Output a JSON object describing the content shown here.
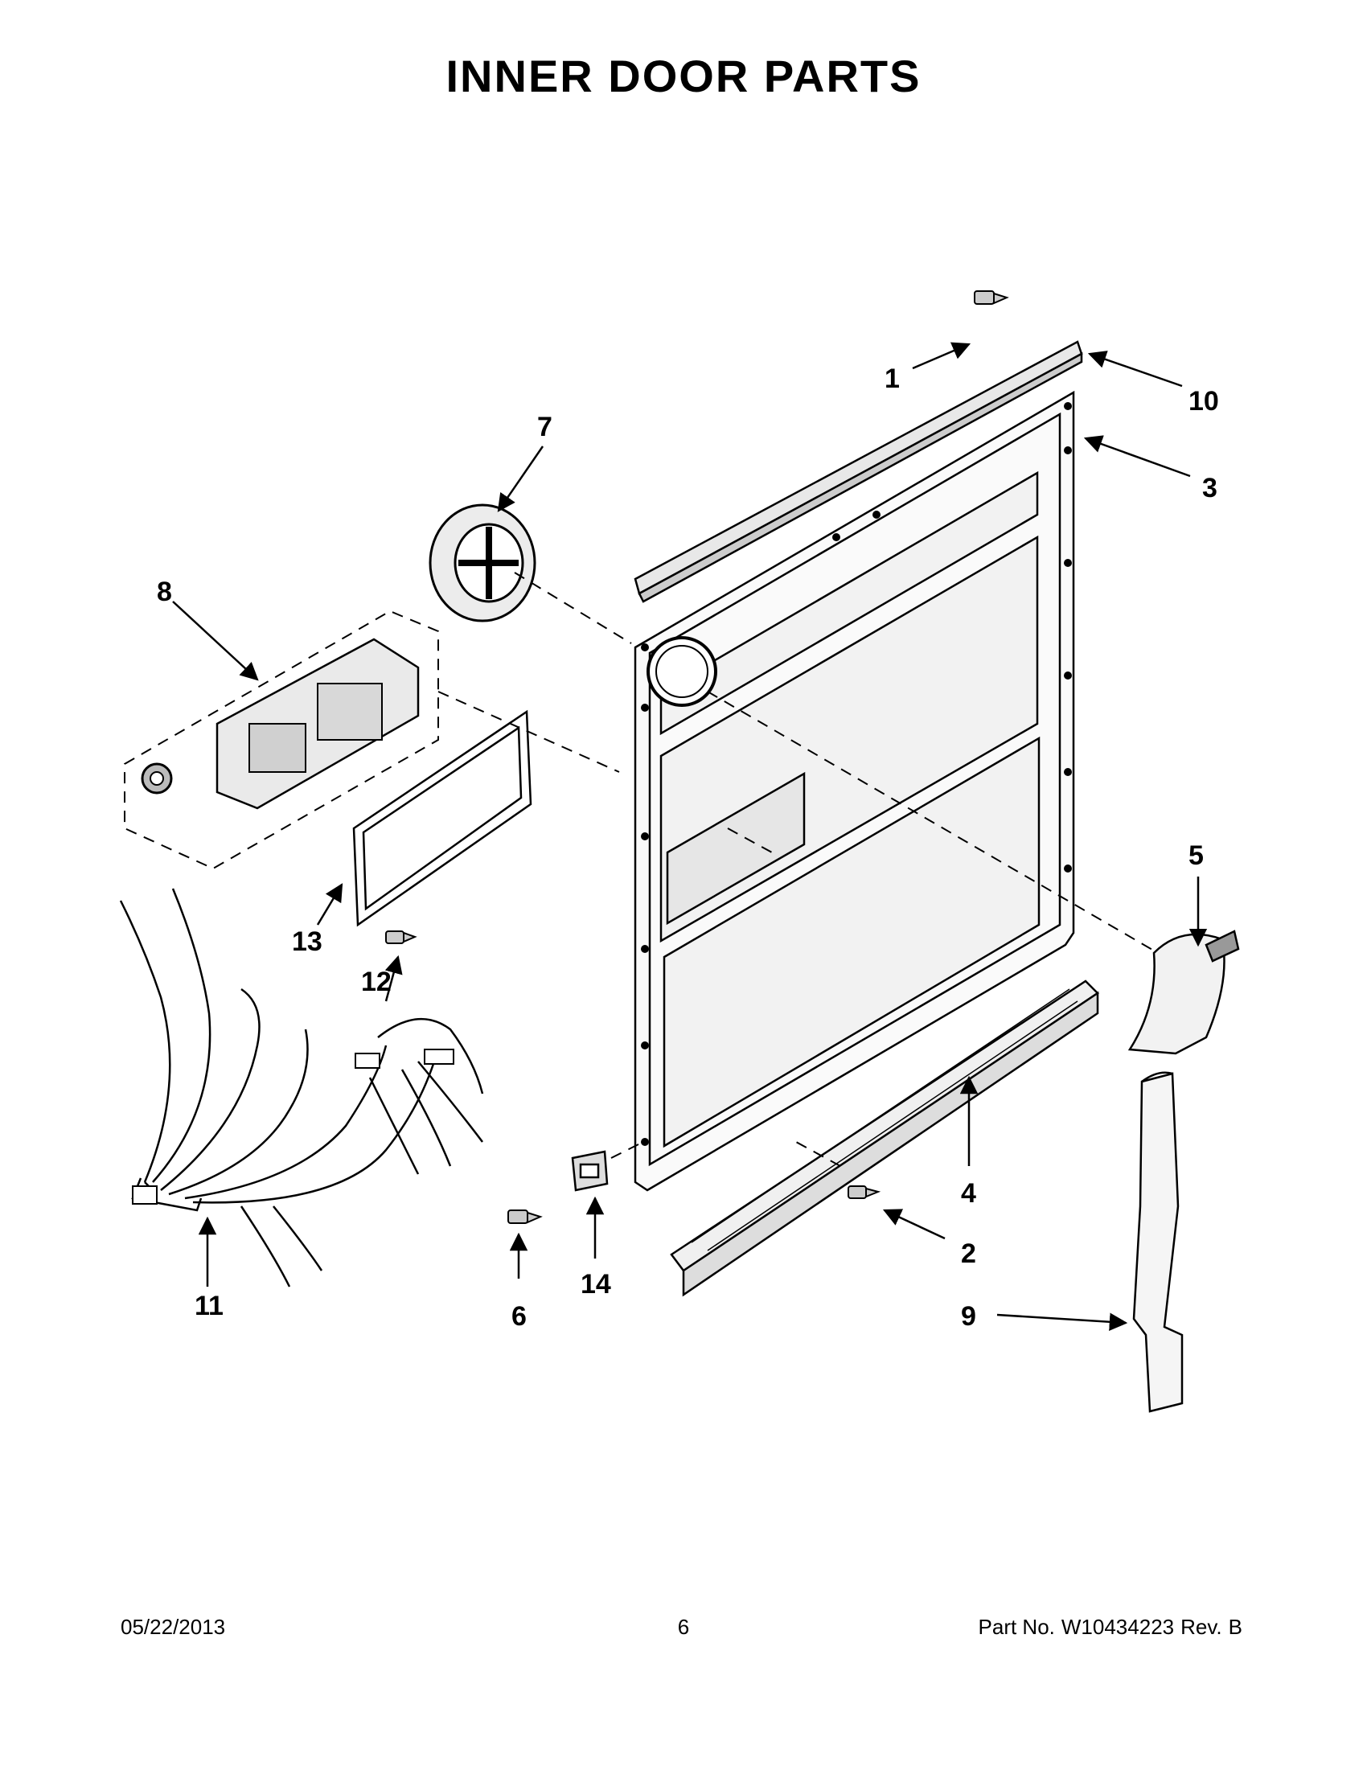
{
  "title": "INNER DOOR PARTS",
  "callouts": [
    "1",
    "2",
    "3",
    "4",
    "5",
    "6",
    "7",
    "8",
    "9",
    "10",
    "11",
    "12",
    "13",
    "14"
  ],
  "footer": {
    "date": "05/22/2013",
    "page": "6",
    "part_label": "Part No.",
    "part_number": "W10434223",
    "rev_label": "Rev.",
    "rev": "B"
  }
}
